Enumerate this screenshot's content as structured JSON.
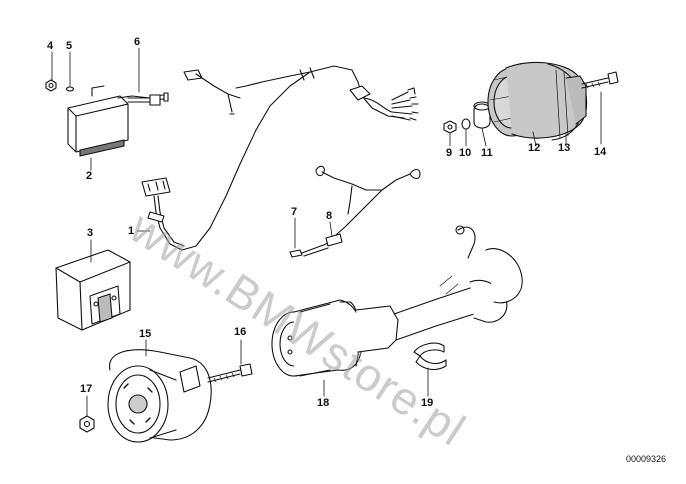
{
  "watermark": "www.BMWstore.pl",
  "diagram_id": "00009326",
  "callouts": [
    "1",
    "2",
    "3",
    "4",
    "5",
    "6",
    "7",
    "8",
    "9",
    "10",
    "11",
    "12",
    "13",
    "14",
    "15",
    "16",
    "17",
    "18",
    "19"
  ],
  "colors": {
    "ink": "#111111",
    "shade": "#b5b5b5",
    "watermark": "#a0a0a0",
    "background": "#ffffff"
  }
}
